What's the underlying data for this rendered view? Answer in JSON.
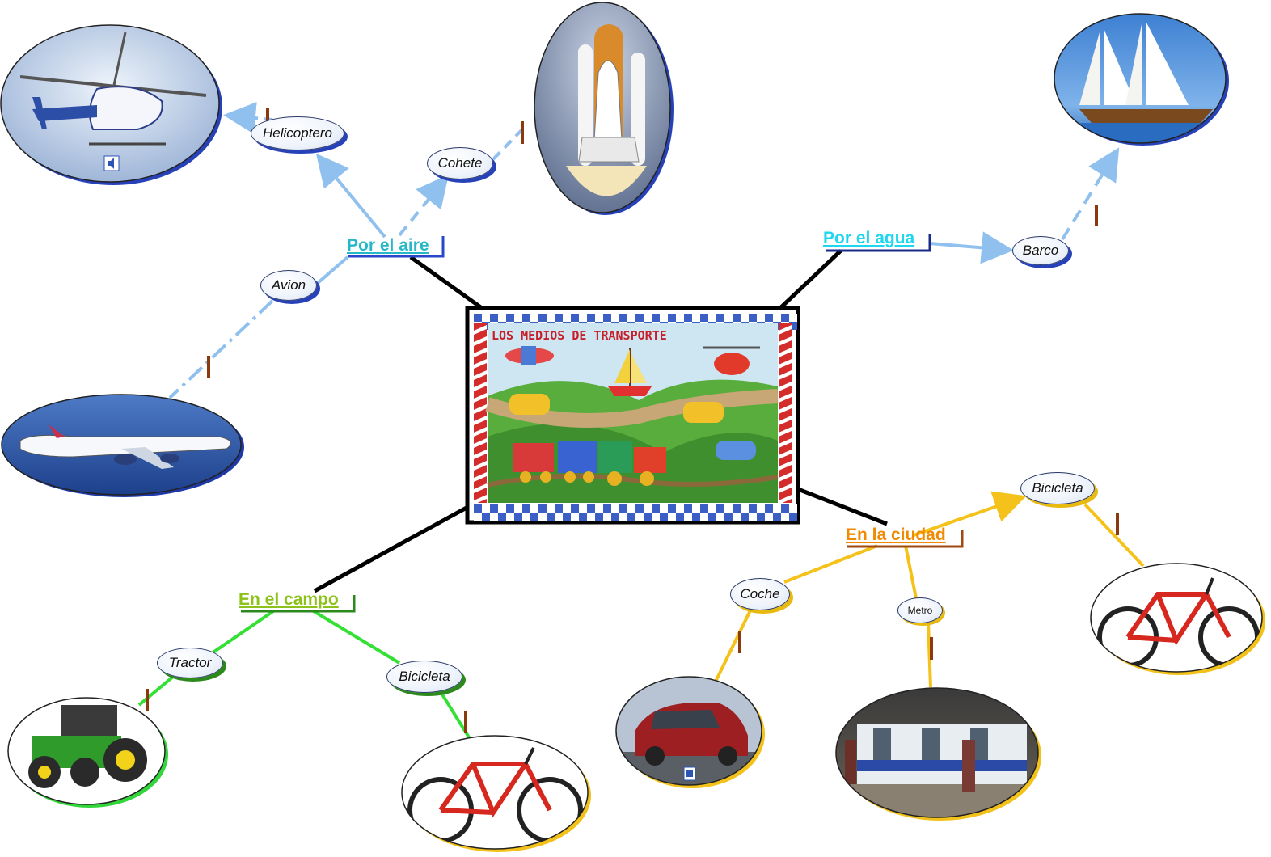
{
  "center": {
    "title": "LOS  MEDIOS  DE  TRANSPORTE"
  },
  "branches": {
    "aire": {
      "label": "Por el aire",
      "color": "#27b8c8"
    },
    "agua": {
      "label": "Por el agua",
      "color": "#1fd6f0"
    },
    "campo": {
      "label": "En el campo",
      "color": "#8cc21a"
    },
    "ciudad": {
      "label": "En la ciudad",
      "color": "#f08a00"
    }
  },
  "nodes": {
    "helicoptero": "Helicoptero",
    "cohete": "Cohete",
    "avion": "Avion",
    "barco": "Barco",
    "tractor": "Tractor",
    "bicicleta_campo": "Bicicleta",
    "bicicleta_ciudad": "Bicicleta",
    "coche": "Coche",
    "metro": "Metro"
  },
  "icons": {
    "helicopter_image": "helicopter-photo",
    "rocket_image": "space-shuttle-photo",
    "plane_image": "airliner-photo",
    "ship_image": "sailing-ship-photo",
    "tractor_image": "tractor-photo",
    "bike_image": "mountain-bike-photo",
    "car_image": "car-photo",
    "metro_image": "metro-station-photo",
    "audio": "speaker-icon",
    "video": "film-icon"
  },
  "colors": {
    "air_line": "#8fc0ee",
    "water_line": "#8fc0ee",
    "field_line": "#33e033",
    "city_line": "#f4c21a",
    "connector": "#000000",
    "marker": "#8b3a10"
  }
}
